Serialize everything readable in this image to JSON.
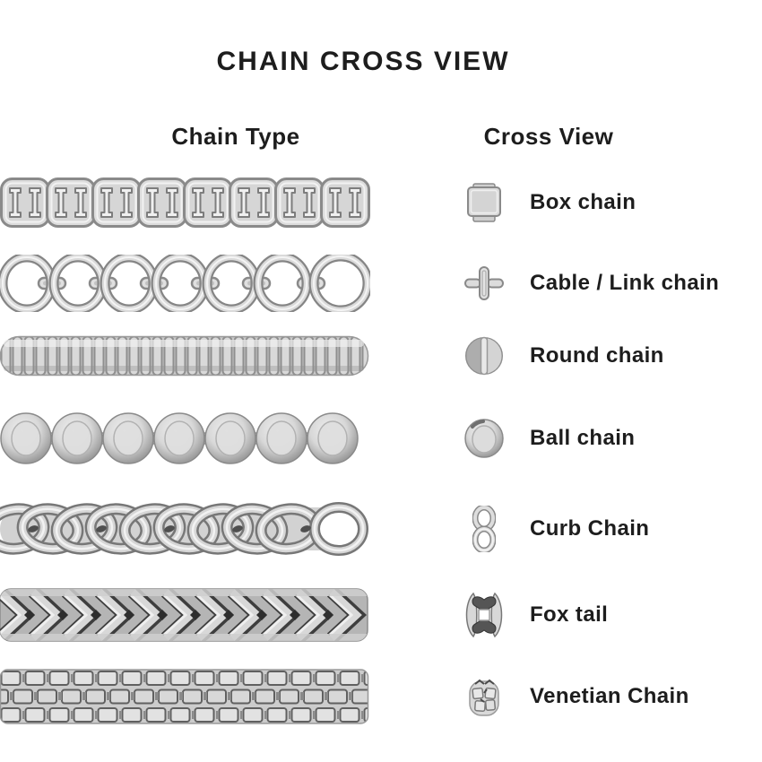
{
  "header": {
    "title": "CHAIN CROSS VIEW",
    "columns": [
      {
        "label": "Chain Type"
      },
      {
        "label": "Cross View"
      }
    ]
  },
  "rows": [
    {
      "label": "Box chain",
      "chain": "box-chain",
      "icon": "box-cross-section"
    },
    {
      "label": "Cable / Link chain",
      "chain": "cable-link-chain",
      "icon": "cable-cross-section"
    },
    {
      "label": "Round chain",
      "chain": "round-chain",
      "icon": "round-cross-section"
    },
    {
      "label": "Ball chain",
      "chain": "ball-chain",
      "icon": "ball-cross-section"
    },
    {
      "label": "Curb Chain",
      "chain": "curb-chain",
      "icon": "curb-cross-section"
    },
    {
      "label": "Fox tail",
      "chain": "fox-tail-chain",
      "icon": "fox-tail-cross-section"
    },
    {
      "label": "Venetian Chain",
      "chain": "venetian-chain",
      "icon": "venetian-cross-section"
    }
  ],
  "colors": {
    "background": "#ffffff",
    "text": "#1d1d1d",
    "metal_light": "#f0f0f0",
    "metal_mid": "#c9c9c9",
    "metal_dark": "#8a8a8a"
  }
}
